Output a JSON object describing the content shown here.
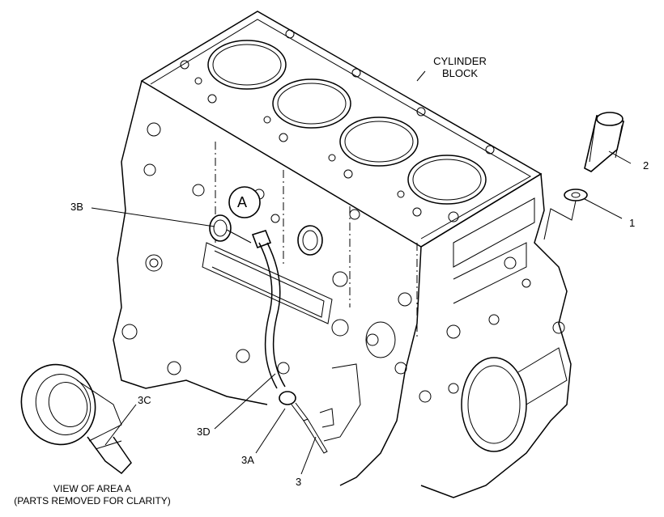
{
  "labels": {
    "cylinder_block": [
      "CYLINDER",
      "BLOCK"
    ],
    "part_2": "2",
    "part_1": "1",
    "part_3b": "3B",
    "part_area_a": "A",
    "part_3c": "3C",
    "part_3d": "3D",
    "part_3a": "3A",
    "part_3": "3",
    "view_caption": [
      "VIEW OF AREA  A",
      "(PARTS REMOVED FOR CLARITY)"
    ]
  },
  "colors": {
    "ink": "#000000",
    "paper": "#ffffff"
  }
}
